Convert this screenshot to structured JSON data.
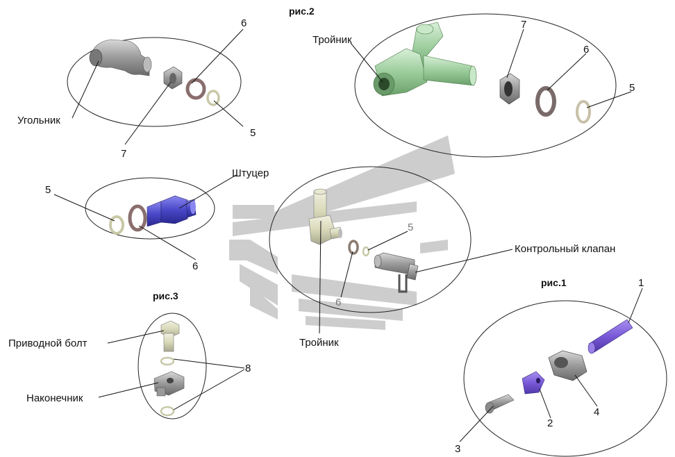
{
  "figures": {
    "fig1": "рис.1",
    "fig2": "рис.2",
    "fig3": "рис.3"
  },
  "labels": {
    "ugolnik": "Угольник",
    "troynik_top": "Тройник",
    "troynik_center": "Тройник",
    "shtutser": "Штуцер",
    "kontrolny_klapan": "Контрольный  клапан",
    "privodnoy_bolt": "Приводной болт",
    "nakonechnik": "Наконечник"
  },
  "numbers": {
    "g1_6": "6",
    "g1_7": "7",
    "g1_5": "5",
    "g2_7": "7",
    "g2_6": "6",
    "g2_5": "5",
    "g3_5": "5",
    "g3_6": "6",
    "c_5": "5",
    "c_6": "6",
    "f3_8": "8",
    "f1_1": "1",
    "f1_2": "2",
    "f1_3": "3",
    "f1_4": "4"
  },
  "colors": {
    "watermark": "#c8c8c8",
    "troynik_green": "#a8d8a8",
    "shtutser_blue": "#4a48c8",
    "tube_purple": "#7a5ad8",
    "metal": "#a8a8a8"
  }
}
